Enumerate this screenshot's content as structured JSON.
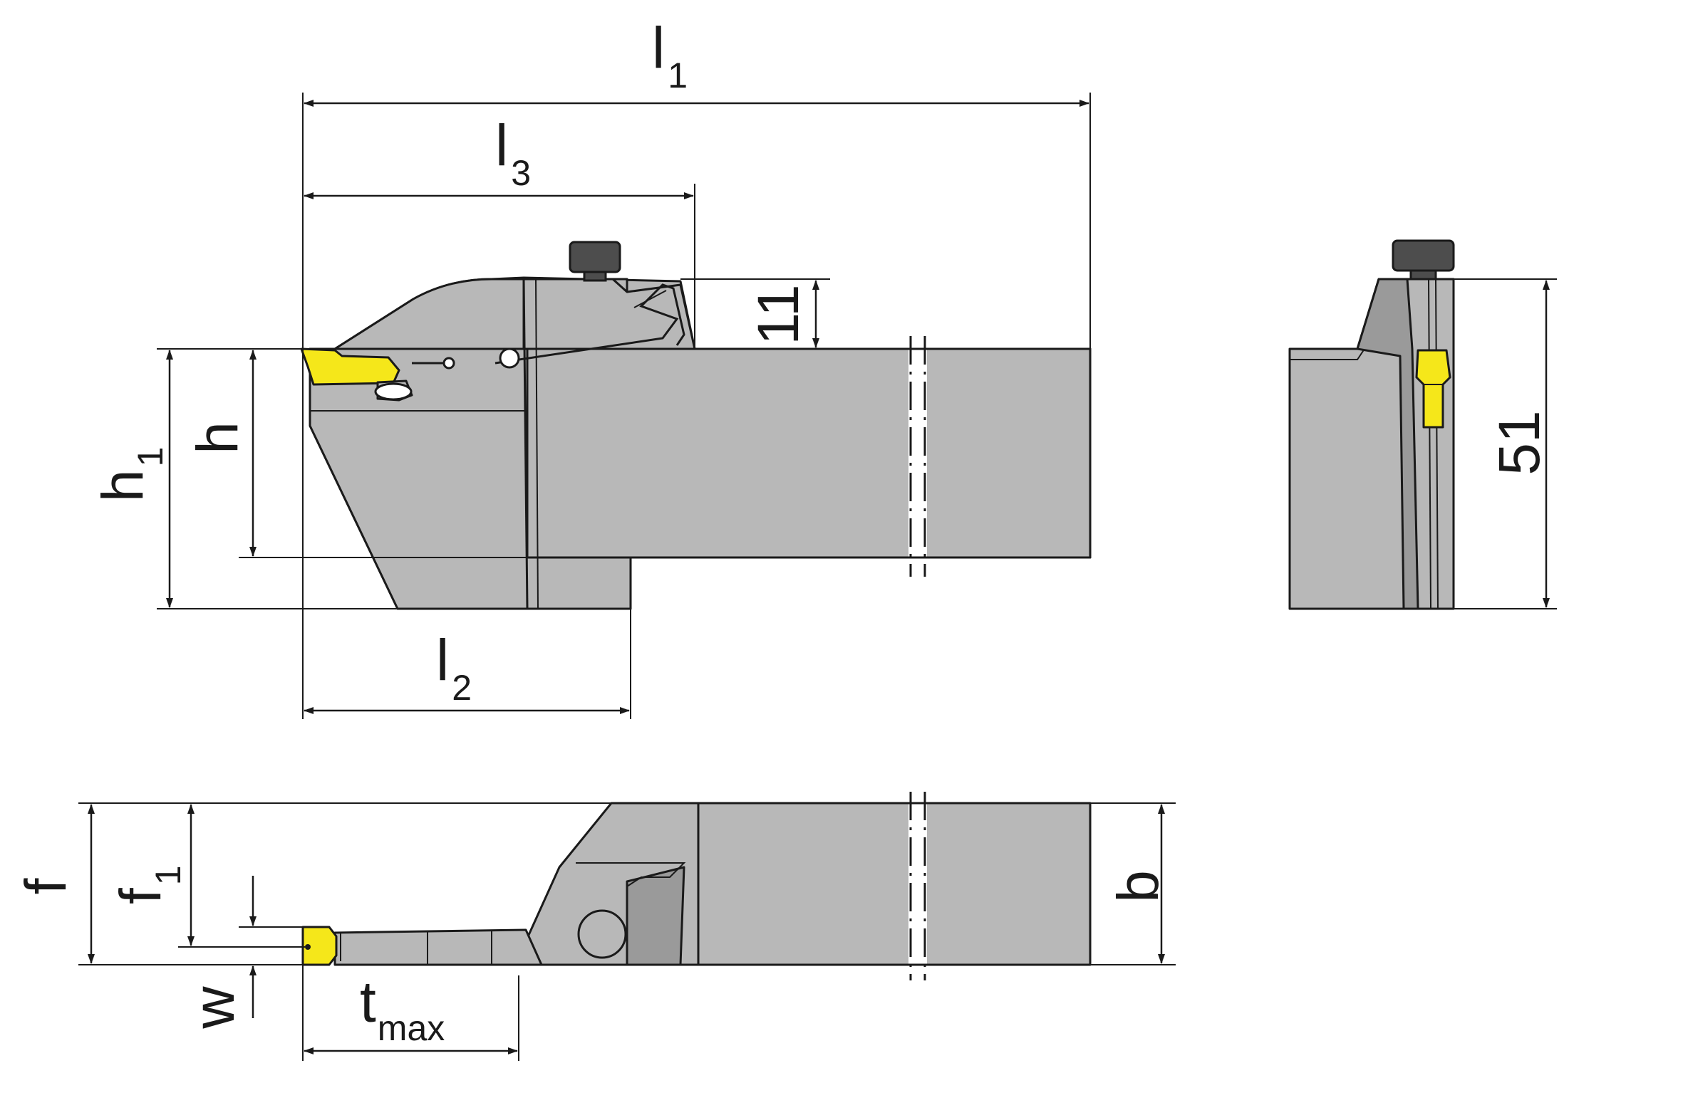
{
  "dimensions": {
    "l1": {
      "main": "l",
      "sub": "1"
    },
    "l2": {
      "main": "l",
      "sub": "2"
    },
    "l3": {
      "main": "l",
      "sub": "3"
    },
    "h": {
      "main": "h"
    },
    "h1": {
      "main": "h",
      "sub": "1"
    },
    "h_clamp": {
      "main": "11"
    },
    "side_height": {
      "main": "51"
    },
    "f": {
      "main": "f"
    },
    "f1": {
      "main": "f",
      "sub": "1"
    },
    "w": {
      "main": "w"
    },
    "b": {
      "main": "b"
    },
    "tmax": {
      "main": "t",
      "sub": "max"
    }
  },
  "colors": {
    "body": "#b8b8b8",
    "insert": "#f5e71a",
    "outline": "#1a1a1a",
    "screw": "#4d4d4d"
  }
}
